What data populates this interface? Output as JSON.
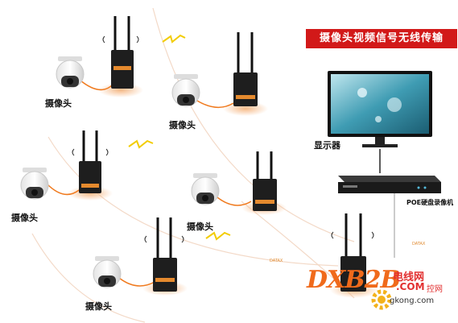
{
  "title": "摄像头视频信号无线传输",
  "labels": {
    "camera": "摄像头",
    "monitor": "显示器",
    "nvr": "POE硬盘录像机"
  },
  "brand_small": "DATAX",
  "watermark": {
    "main": "DXB2B",
    "cn": "电线网",
    "com": ".COM",
    "sub": "控网",
    "url": "gkong.com"
  },
  "colors": {
    "accent": "#d21919",
    "cable": "#f07a1e",
    "device": "#1e1e1e",
    "screen": "#2e8aa0"
  }
}
